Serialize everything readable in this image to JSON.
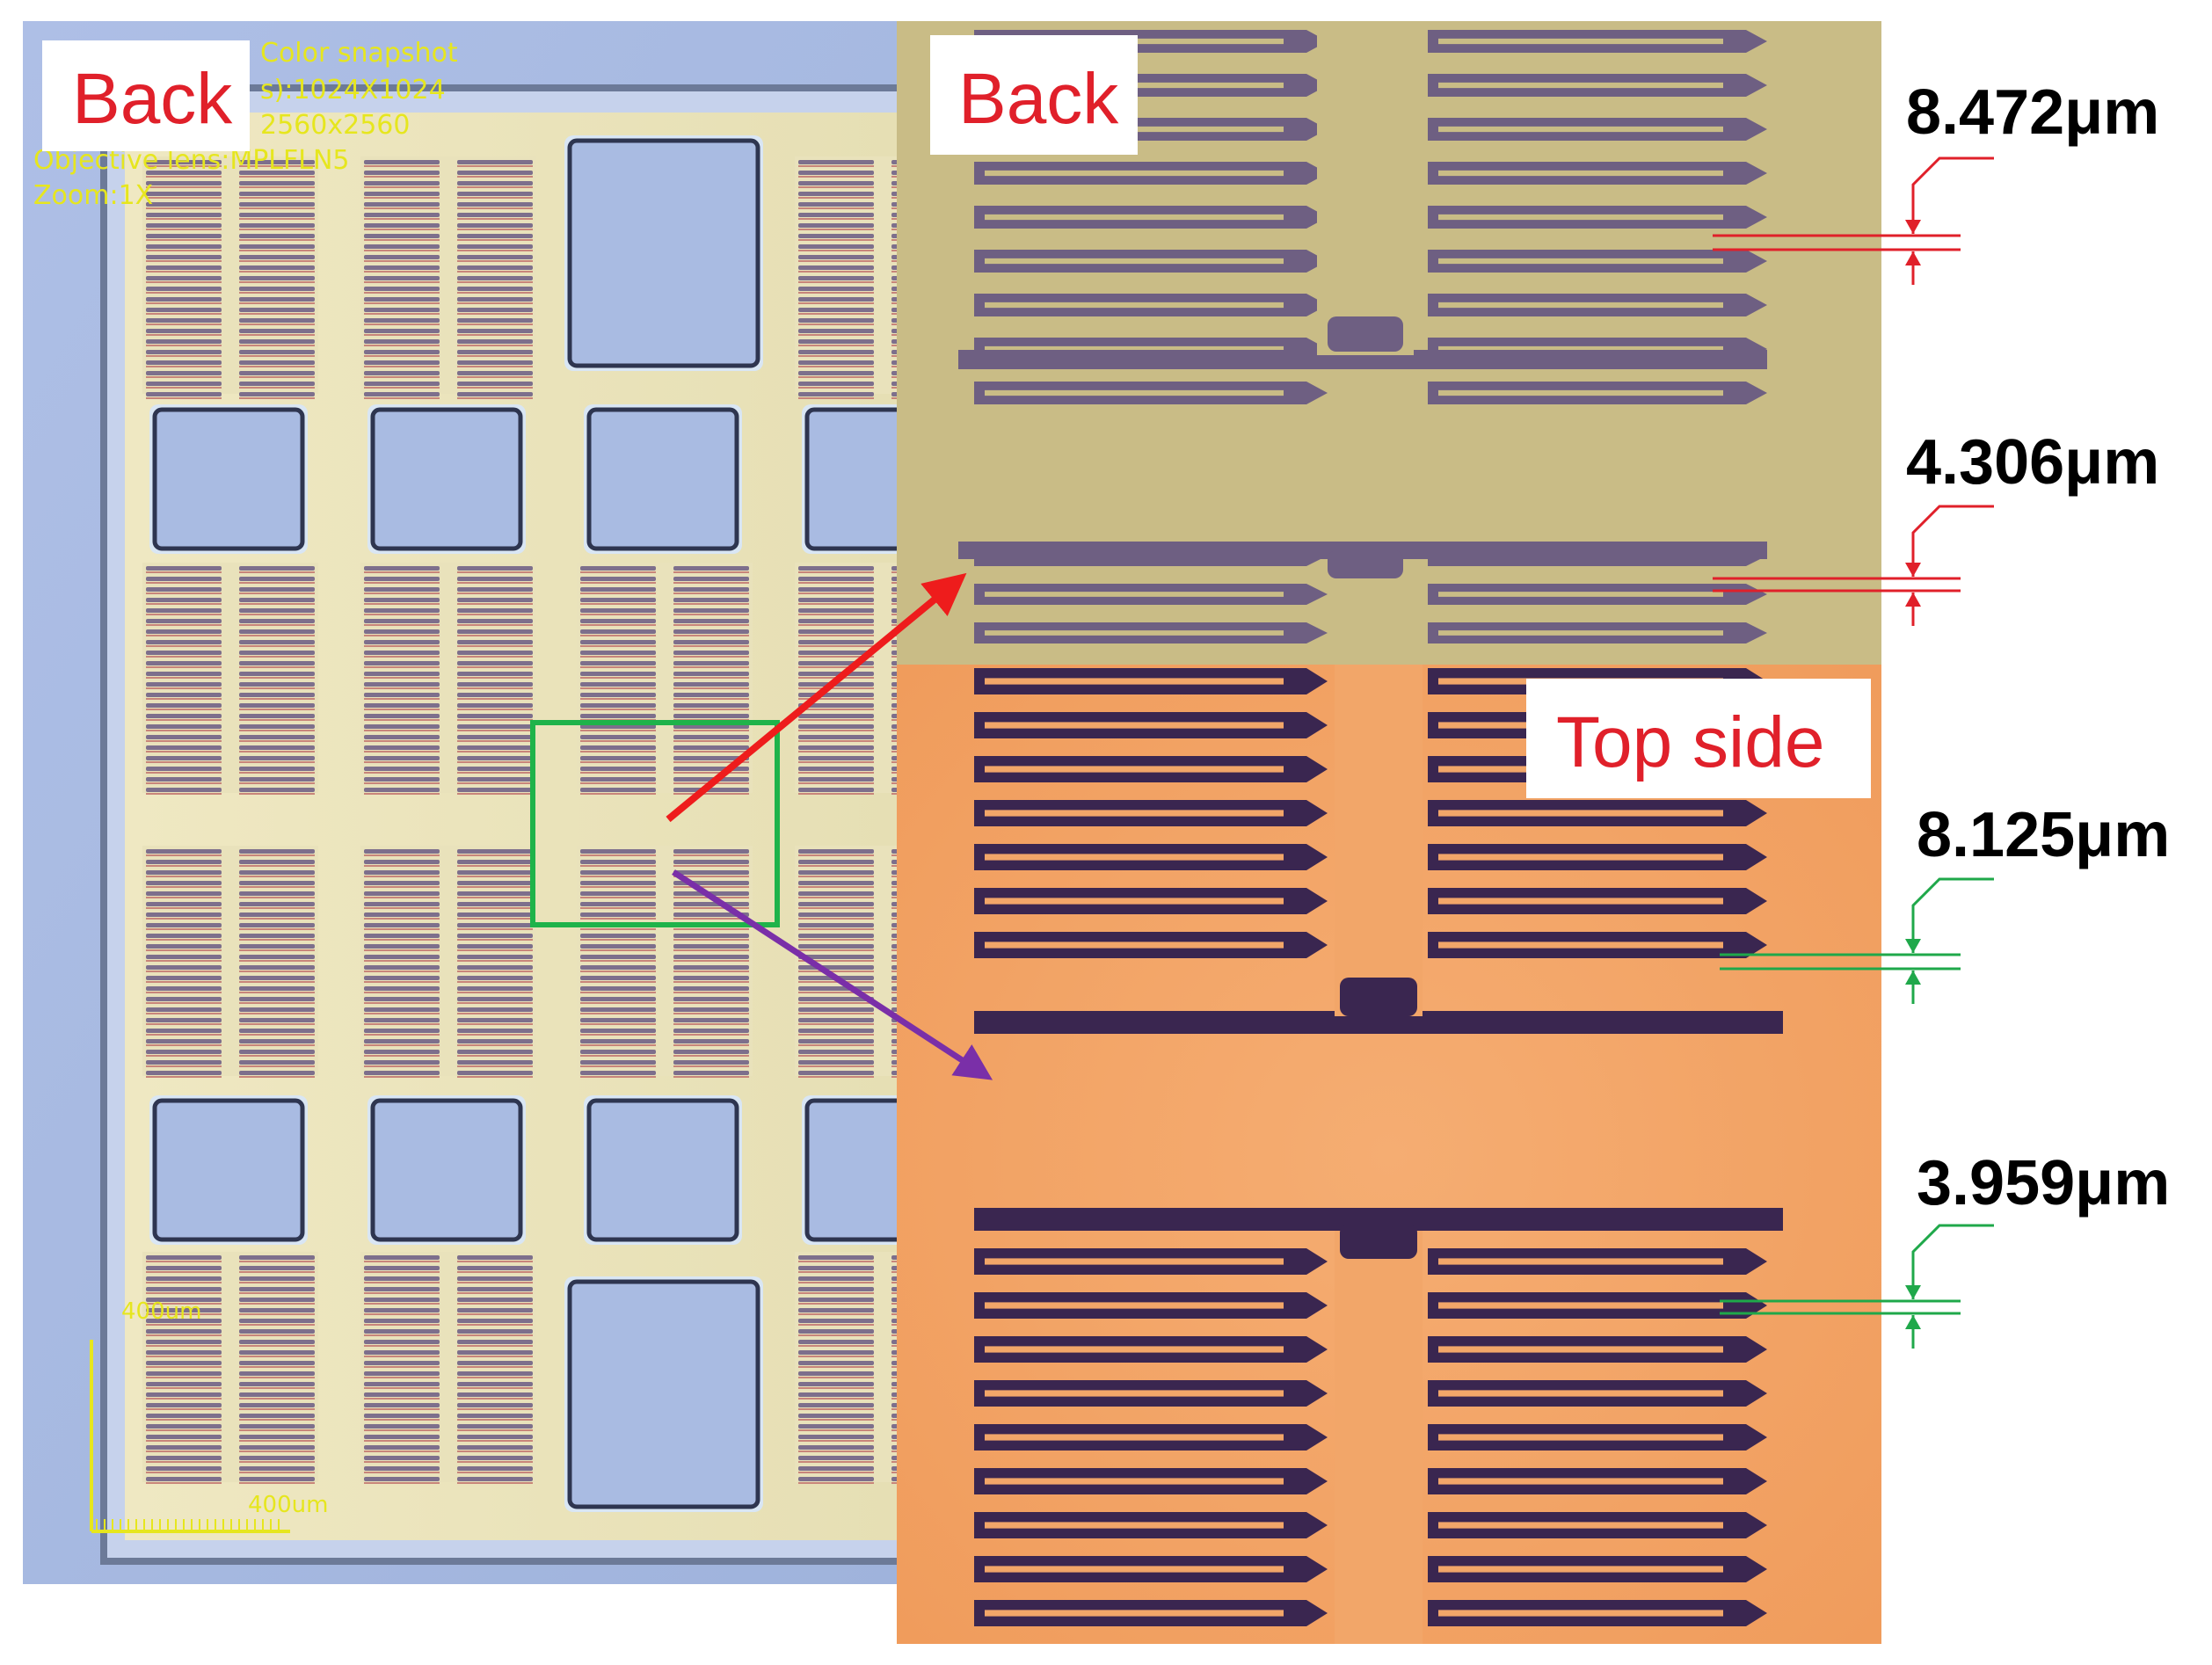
{
  "overview": {
    "label": "Back",
    "hud": {
      "line1": "Color snapshot",
      "line2": "s):1024X1024",
      "line3": "2560x2560",
      "line4": "Objective lens:MPLFLN5",
      "line5": "Zoom:1X"
    },
    "scale_bar": {
      "vertical_label": "400um",
      "horizontal_label": "400um"
    }
  },
  "panel_back": {
    "label": "Back"
  },
  "panel_top": {
    "label": "Top side"
  },
  "measurements": [
    {
      "value": "8.472μm",
      "color": "#e0202a"
    },
    {
      "value": "4.306μm",
      "color": "#e0202a"
    },
    {
      "value": "8.125μm",
      "color": "#1fa84a"
    },
    {
      "value": "3.959μm",
      "color": "#1fa84a"
    }
  ],
  "colors": {
    "highlight_box": "#1fb34a",
    "arrow_back": "#ee1c1c",
    "arrow_top": "#7a2fa8",
    "back_background": "#c9bc86",
    "top_background": "#f2a669",
    "electrode_back": "#6e5f82",
    "electrode_top": "#3a2650",
    "wafer_blue": "#a9bbe2"
  }
}
